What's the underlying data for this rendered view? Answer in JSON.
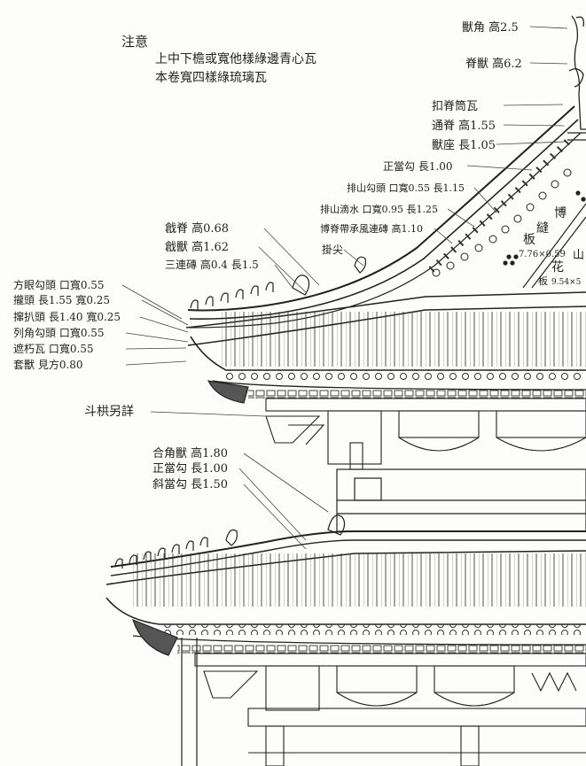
{
  "notes": {
    "title": "注意",
    "line1": "上中下檐或寬他樣綠邊青心瓦",
    "line2": "本卷寬四樣綠琉璃瓦"
  },
  "right_labels": [
    {
      "text": "獸角 高2.5"
    },
    {
      "text": "脊獸 高6.2"
    },
    {
      "text": "扣脊筒瓦"
    },
    {
      "text": "通脊 高1.55"
    },
    {
      "text": "獸座 長1.05"
    },
    {
      "text": "正當勾 長1.00"
    },
    {
      "text": "排山勾頭 口寬0.55 長1.15"
    },
    {
      "text": "排山滴水 口寬0.95 長1.25"
    },
    {
      "text": "博脊帶承風連磚 高1.10"
    },
    {
      "text": "掛尖"
    }
  ],
  "middle_labels": [
    {
      "text": "戧脊 高0.68"
    },
    {
      "text": "戧獸 高1.62"
    },
    {
      "text": "三連磚 高0.4 長1.5"
    }
  ],
  "left_labels": [
    {
      "text": "方眼勾頭 口寬0.55"
    },
    {
      "text": "攏頭 長1.55 寬0.25"
    },
    {
      "text": "撺扒頭 長1.40 寬0.25"
    },
    {
      "text": "列角勾頭 口寬0.55"
    },
    {
      "text": "遮朽瓦 口寬0.55"
    },
    {
      "text": "套獸 見方0.80"
    }
  ],
  "bracket_label": "斗栱另詳",
  "lower_labels": [
    {
      "text": "合角獸 高1.80"
    },
    {
      "text": "正當勾 長1.00"
    },
    {
      "text": "斜當勾 長1.50"
    }
  ],
  "panel": {
    "bo": "博",
    "feng": "縫",
    "ban": "板",
    "dim1": "7.76×0.59",
    "hua": "花",
    "shan": "山",
    "ban2": "板",
    "dim2": "9.54×5"
  }
}
